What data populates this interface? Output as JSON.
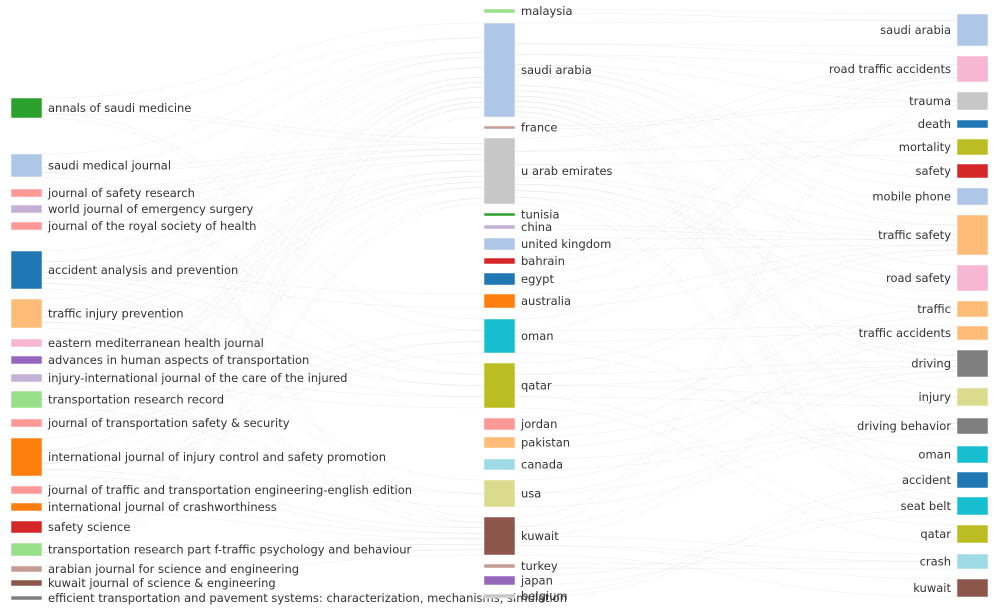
{
  "diagram": {
    "type": "three-field-plot",
    "colors": {
      "flow": "#8a8a8a",
      "text": "#333333"
    },
    "columns": [
      {
        "id": "sources",
        "nodes": [
          {
            "id": "s1",
            "label": "annals of saudi medicine",
            "color": "#2ca02c"
          },
          {
            "id": "s2",
            "label": "saudi medical journal",
            "color": "#aec7e8"
          },
          {
            "id": "s3",
            "label": "journal of safety research",
            "color": "#ff9896"
          },
          {
            "id": "s4",
            "label": "world journal of emergency surgery",
            "color": "#c5b0d5"
          },
          {
            "id": "s5",
            "label": "journal of the royal society of health",
            "color": "#ff9896"
          },
          {
            "id": "s6",
            "label": "accident analysis and prevention",
            "color": "#1f77b4"
          },
          {
            "id": "s7",
            "label": "traffic injury prevention",
            "color": "#ffbb78"
          },
          {
            "id": "s8",
            "label": "eastern mediterranean health journal",
            "color": "#f7b6d2"
          },
          {
            "id": "s9",
            "label": "advances in human aspects of transportation",
            "color": "#9467bd"
          },
          {
            "id": "s10",
            "label": "injury-international journal of the care of the injured",
            "color": "#c5b0d5"
          },
          {
            "id": "s11",
            "label": "transportation research record",
            "color": "#98df8a"
          },
          {
            "id": "s12",
            "label": "journal of transportation safety & security",
            "color": "#ff9896"
          },
          {
            "id": "s13",
            "label": "international journal of injury control and safety promotion",
            "color": "#ff7f0e"
          },
          {
            "id": "s14",
            "label": "journal of traffic and transportation engineering-english edition",
            "color": "#ff9896"
          },
          {
            "id": "s15",
            "label": "international journal of crashworthiness",
            "color": "#ff7f0e"
          },
          {
            "id": "s16",
            "label": "safety science",
            "color": "#d62728"
          },
          {
            "id": "s17",
            "label": "transportation research part f-traffic psychology and behaviour",
            "color": "#98df8a"
          },
          {
            "id": "s18",
            "label": "arabian journal for science and engineering",
            "color": "#c49c94"
          },
          {
            "id": "s19",
            "label": "kuwait journal of science & engineering",
            "color": "#8c564b"
          },
          {
            "id": "s20",
            "label": "efficient transportation and pavement systems: characterization, mechanisms, simulation",
            "color": "#7f7f7f"
          }
        ]
      },
      {
        "id": "countries",
        "nodes": [
          {
            "id": "c1",
            "label": "malaysia",
            "color": "#98df8a"
          },
          {
            "id": "c2",
            "label": "saudi arabia",
            "color": "#aec7e8"
          },
          {
            "id": "c3",
            "label": "france",
            "color": "#c49c94"
          },
          {
            "id": "c4",
            "label": "u arab emirates",
            "color": "#c7c7c7"
          },
          {
            "id": "c5",
            "label": "tunisia",
            "color": "#2ca02c"
          },
          {
            "id": "c6",
            "label": "china",
            "color": "#c5b0d5"
          },
          {
            "id": "c7",
            "label": "united kingdom",
            "color": "#aec7e8"
          },
          {
            "id": "c8",
            "label": "bahrain",
            "color": "#d62728"
          },
          {
            "id": "c9",
            "label": "egypt",
            "color": "#1f77b4"
          },
          {
            "id": "c10",
            "label": "australia",
            "color": "#ff7f0e"
          },
          {
            "id": "c11",
            "label": "oman",
            "color": "#17becf"
          },
          {
            "id": "c12",
            "label": "qatar",
            "color": "#bcbd22"
          },
          {
            "id": "c13",
            "label": "jordan",
            "color": "#ff9896"
          },
          {
            "id": "c14",
            "label": "pakistan",
            "color": "#ffbb78"
          },
          {
            "id": "c15",
            "label": "canada",
            "color": "#9edae5"
          },
          {
            "id": "c16",
            "label": "usa",
            "color": "#dbdb8d"
          },
          {
            "id": "c17",
            "label": "kuwait",
            "color": "#8c564b"
          },
          {
            "id": "c18",
            "label": "turkey",
            "color": "#c49c94"
          },
          {
            "id": "c19",
            "label": "japan",
            "color": "#9467bd"
          },
          {
            "id": "c20",
            "label": "belgium",
            "color": "#c7c7c7"
          }
        ]
      },
      {
        "id": "keywords",
        "nodes": [
          {
            "id": "k1",
            "label": "saudi arabia",
            "color": "#aec7e8"
          },
          {
            "id": "k2",
            "label": "road traffic accidents",
            "color": "#f7b6d2"
          },
          {
            "id": "k3",
            "label": "trauma",
            "color": "#c7c7c7"
          },
          {
            "id": "k4",
            "label": "death",
            "color": "#1f77b4"
          },
          {
            "id": "k5",
            "label": "mortality",
            "color": "#bcbd22"
          },
          {
            "id": "k6",
            "label": "safety",
            "color": "#d62728"
          },
          {
            "id": "k7",
            "label": "mobile phone",
            "color": "#aec7e8"
          },
          {
            "id": "k8",
            "label": "traffic safety",
            "color": "#ffbb78"
          },
          {
            "id": "k9",
            "label": "road safety",
            "color": "#f7b6d2"
          },
          {
            "id": "k10",
            "label": "traffic",
            "color": "#ffbb78"
          },
          {
            "id": "k11",
            "label": "traffic accidents",
            "color": "#ffbb78"
          },
          {
            "id": "k12",
            "label": "driving",
            "color": "#7f7f7f"
          },
          {
            "id": "k13",
            "label": "injury",
            "color": "#dbdb8d"
          },
          {
            "id": "k14",
            "label": "driving behavior",
            "color": "#7f7f7f"
          },
          {
            "id": "k15",
            "label": "oman",
            "color": "#17becf"
          },
          {
            "id": "k16",
            "label": "accident",
            "color": "#1f77b4"
          },
          {
            "id": "k17",
            "label": "seat belt",
            "color": "#17becf"
          },
          {
            "id": "k18",
            "label": "qatar",
            "color": "#bcbd22"
          },
          {
            "id": "k19",
            "label": "crash",
            "color": "#9edae5"
          },
          {
            "id": "k20",
            "label": "kuwait",
            "color": "#8c564b"
          }
        ]
      }
    ],
    "links": [
      [
        "s1",
        "c2",
        3
      ],
      [
        "s1",
        "c4",
        1
      ],
      [
        "s1",
        "c11",
        1
      ],
      [
        "s2",
        "c2",
        3
      ],
      [
        "s2",
        "c4",
        1
      ],
      [
        "s2",
        "c17",
        1
      ],
      [
        "s3",
        "c4",
        1
      ],
      [
        "s3",
        "c12",
        1
      ],
      [
        "s4",
        "c4",
        1
      ],
      [
        "s5",
        "c2",
        1
      ],
      [
        "s6",
        "c2",
        2
      ],
      [
        "s6",
        "c4",
        2
      ],
      [
        "s6",
        "c12",
        1
      ],
      [
        "s6",
        "c10",
        1
      ],
      [
        "s6",
        "c16",
        1
      ],
      [
        "s7",
        "c2",
        2
      ],
      [
        "s7",
        "c4",
        1
      ],
      [
        "s7",
        "c12",
        1
      ],
      [
        "s7",
        "c17",
        1
      ],
      [
        "s8",
        "c4",
        1
      ],
      [
        "s9",
        "c4",
        1
      ],
      [
        "s10",
        "c12",
        1
      ],
      [
        "s11",
        "c2",
        1
      ],
      [
        "s11",
        "c16",
        1
      ],
      [
        "s12",
        "c2",
        1
      ],
      [
        "s12",
        "c11",
        1
      ],
      [
        "s13",
        "c2",
        2
      ],
      [
        "s13",
        "c4",
        2
      ],
      [
        "s13",
        "c11",
        1
      ],
      [
        "s13",
        "c17",
        1
      ],
      [
        "s14",
        "c2",
        1
      ],
      [
        "s15",
        "c17",
        1
      ],
      [
        "s16",
        "c2",
        1
      ],
      [
        "s17",
        "c2",
        2
      ],
      [
        "s17",
        "c4",
        1
      ],
      [
        "s17",
        "c17",
        1
      ],
      [
        "s18",
        "c17",
        1
      ],
      [
        "s19",
        "c17",
        1
      ],
      [
        "s20",
        "c20",
        1
      ],
      [
        "c1",
        "k1",
        1
      ],
      [
        "c2",
        "k1",
        4
      ],
      [
        "c2",
        "k2",
        2
      ],
      [
        "c2",
        "k3",
        2
      ],
      [
        "c2",
        "k6",
        1
      ],
      [
        "c2",
        "k7",
        1
      ],
      [
        "c2",
        "k8",
        2
      ],
      [
        "c2",
        "k9",
        1
      ],
      [
        "c2",
        "k12",
        1
      ],
      [
        "c2",
        "k13",
        1
      ],
      [
        "c2",
        "k14",
        1
      ],
      [
        "c2",
        "k16",
        1
      ],
      [
        "c2",
        "k17",
        1
      ],
      [
        "c3",
        "k3",
        1
      ],
      [
        "c4",
        "k2",
        2
      ],
      [
        "c4",
        "k5",
        2
      ],
      [
        "c4",
        "k8",
        2
      ],
      [
        "c4",
        "k9",
        1
      ],
      [
        "c4",
        "k10",
        1
      ],
      [
        "c4",
        "k12",
        1
      ],
      [
        "c4",
        "k17",
        1
      ],
      [
        "c6",
        "k8",
        1
      ],
      [
        "c7",
        "k8",
        1
      ],
      [
        "c8",
        "k2",
        1
      ],
      [
        "c9",
        "k4",
        1
      ],
      [
        "c10",
        "k8",
        1
      ],
      [
        "c11",
        "k15",
        1
      ],
      [
        "c11",
        "k2",
        1
      ],
      [
        "c11",
        "k11",
        1
      ],
      [
        "c12",
        "k18",
        1
      ],
      [
        "c12",
        "k8",
        1
      ],
      [
        "c12",
        "k12",
        1
      ],
      [
        "c12",
        "k13",
        1
      ],
      [
        "c13",
        "k10",
        1
      ],
      [
        "c14",
        "k12",
        1
      ],
      [
        "c15",
        "k14",
        1
      ],
      [
        "c16",
        "k11",
        1
      ],
      [
        "c16",
        "k14",
        1
      ],
      [
        "c17",
        "k20",
        1
      ],
      [
        "c17",
        "k19",
        1
      ],
      [
        "c17",
        "k12",
        1
      ],
      [
        "c17",
        "k3",
        1
      ],
      [
        "c18",
        "k19",
        1
      ],
      [
        "c19",
        "k17",
        1
      ],
      [
        "c20",
        "k16",
        1
      ]
    ]
  }
}
